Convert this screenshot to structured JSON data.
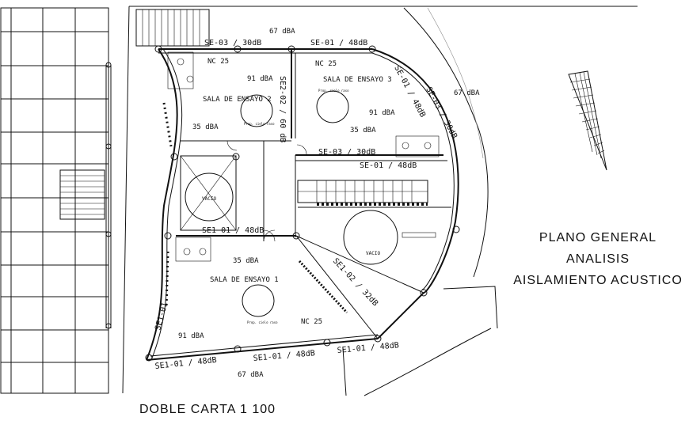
{
  "title_block": {
    "line1": "PLANO GENERAL",
    "line2": "ANALISIS",
    "line3": "AISLAMIENTO ACUSTICO"
  },
  "scale_caption": "DOBLE CARTA 1 100",
  "rooms": {
    "sala1": {
      "name": "SALA DE ENSAYO 1",
      "nc": "NC 25",
      "level_in": "35 dBA",
      "level_out": "91 dBA"
    },
    "sala2": {
      "name": "SALA DE ENSAYO 2",
      "nc": "NC 25",
      "level_in": "35 dBA",
      "level_out": "91 dBA"
    },
    "sala3": {
      "name": "SALA DE ENSAYO 3",
      "nc": "NC 25",
      "level_in": "35 dBA",
      "level_out": "91 dBA"
    }
  },
  "outside_levels": {
    "top": "67 dBA",
    "right": "67 dBA",
    "bottom": "67 dBA"
  },
  "partitions": {
    "se03_top": "SE-03 / 30dB",
    "se01_top": "SE-01 / 48dB",
    "se2_02": "SE2-02 / 60 dB",
    "se01_curve_a": "SE-01 / 48dB",
    "se03_curve": "SE-03 / 30dB",
    "se03_mid": "SE-03 / 30dB",
    "se01_mid": "SE-01 / 48dB",
    "se1_01_lobby": "SE1-01 / 48dB",
    "se1_02": "SE1-02 / 32dB",
    "se1_01_bottom_left": "SE1-01 / 48dB",
    "se1_01_bottom_mid": "SE1-01 / 48dB",
    "se1_01_bottom_right": "SE1-01 / 48dB",
    "se1_01_left": "SE1-01"
  },
  "voids": {
    "left": "VACIO",
    "right": "VACIO"
  },
  "small_notes": {
    "ceiling_a": "Prop. cielo raso",
    "ceiling_b": "Prop. cielo raso",
    "ceiling_c": "Prop. cielo raso"
  }
}
